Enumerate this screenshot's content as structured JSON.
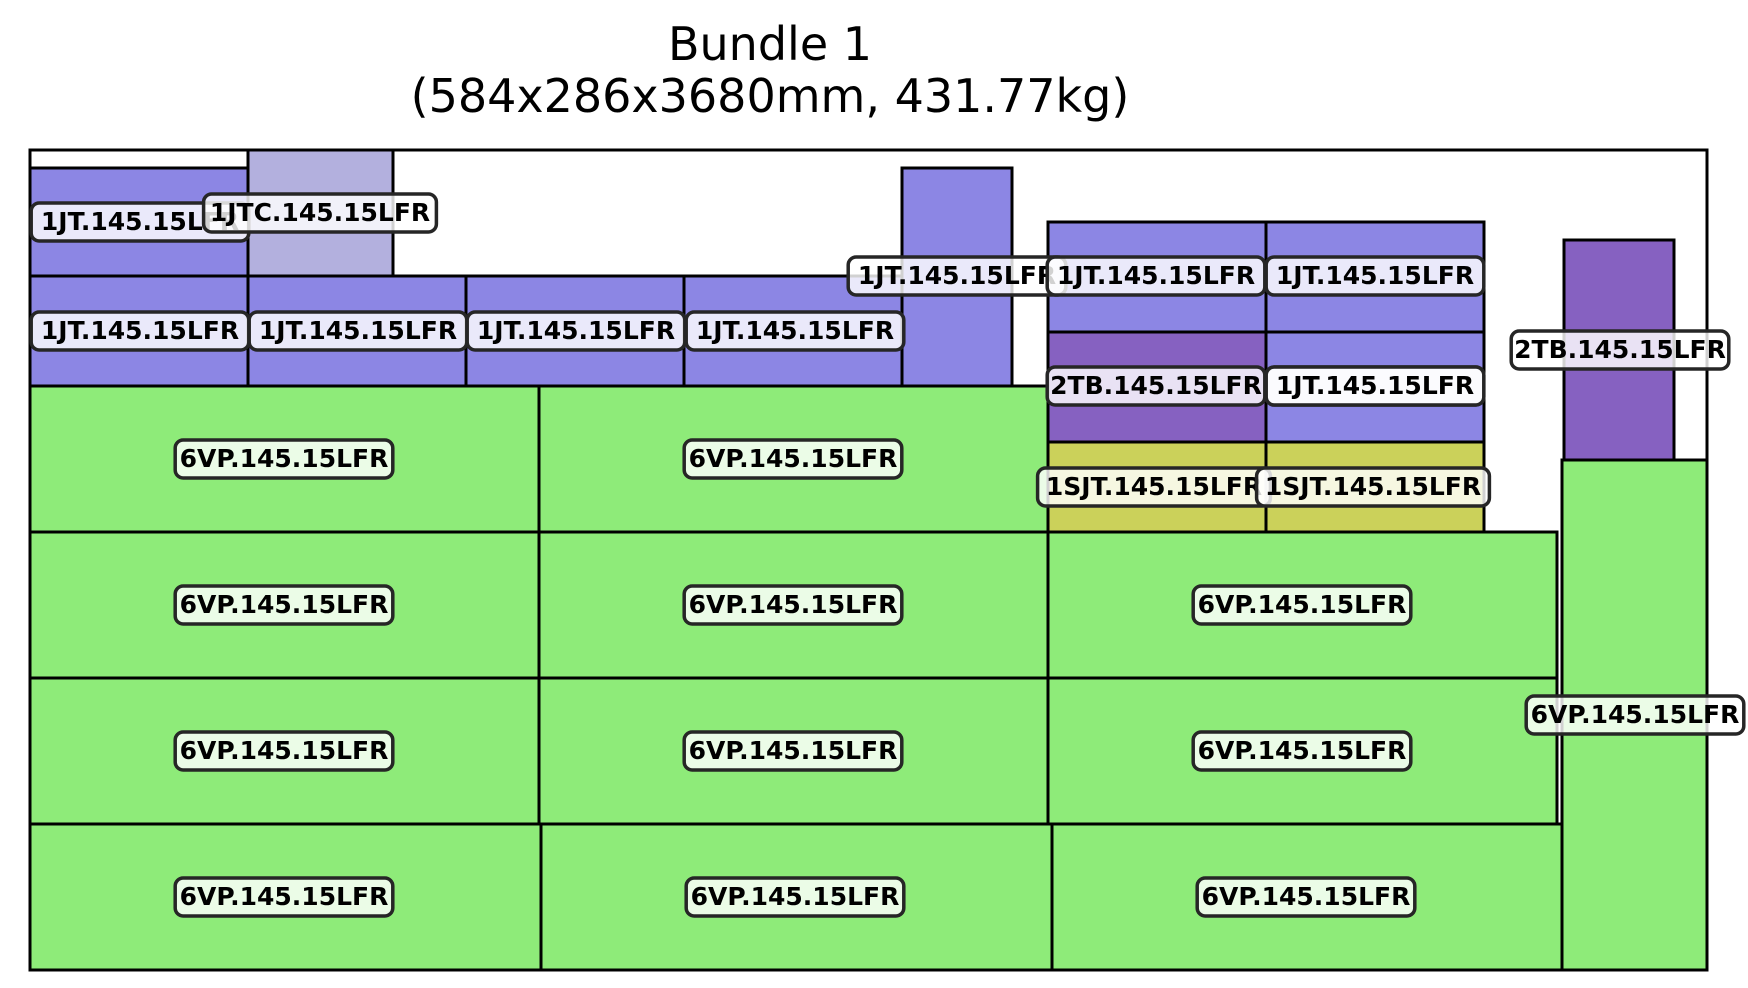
{
  "title": {
    "line1": "Bundle 1",
    "line2": "(584x286x3680mm, 431.77kg)"
  },
  "colors": {
    "1JT": "#8c86e4",
    "1JTC": "#b3b0de",
    "2TB": "#8661c1",
    "1SJT": "#cbd15a",
    "6VP": "#8eeb79",
    "outline": "#000000",
    "label_border": "#262626"
  },
  "items": [
    {
      "label": "1JT.145.15LFR",
      "type": "1JT"
    },
    {
      "label": "1JTC.145.15LFR",
      "type": "1JTC"
    },
    {
      "label": "1JT.145.15LFR",
      "type": "1JT"
    },
    {
      "label": "1JT.145.15LFR",
      "type": "1JT"
    },
    {
      "label": "1JT.145.15LFR",
      "type": "1JT"
    },
    {
      "label": "1JT.145.15LFR",
      "type": "1JT"
    },
    {
      "label": "1JT.145.15LFR",
      "type": "1JT"
    },
    {
      "label": "1JT.145.15LFR",
      "type": "1JT"
    },
    {
      "label": "1JT.145.15LFR",
      "type": "1JT"
    },
    {
      "label": "1JT.145.15LFR",
      "type": "1JT"
    },
    {
      "label": "2TB.145.15LFR",
      "type": "2TB"
    },
    {
      "label": "1JT.145.15LFR",
      "type": "1JT"
    },
    {
      "label": "1SJT.145.15LFR",
      "type": "1SJT"
    },
    {
      "label": "1SJT.145.15LFR",
      "type": "1SJT"
    },
    {
      "label": "2TB.145.15LFR",
      "type": "2TB"
    },
    {
      "label": "6VP.145.15LFR",
      "type": "6VP"
    },
    {
      "label": "6VP.145.15LFR",
      "type": "6VP"
    },
    {
      "label": "6VP.145.15LFR",
      "type": "6VP"
    },
    {
      "label": "6VP.145.15LFR",
      "type": "6VP"
    },
    {
      "label": "6VP.145.15LFR",
      "type": "6VP"
    },
    {
      "label": "6VP.145.15LFR",
      "type": "6VP"
    },
    {
      "label": "6VP.145.15LFR",
      "type": "6VP"
    },
    {
      "label": "6VP.145.15LFR",
      "type": "6VP"
    },
    {
      "label": "6VP.145.15LFR",
      "type": "6VP"
    },
    {
      "label": "6VP.145.15LFR",
      "type": "6VP"
    },
    {
      "label": "6VP.145.15LFR",
      "type": "6VP"
    },
    {
      "label": "6VP.145.15LFR",
      "type": "6VP"
    }
  ]
}
